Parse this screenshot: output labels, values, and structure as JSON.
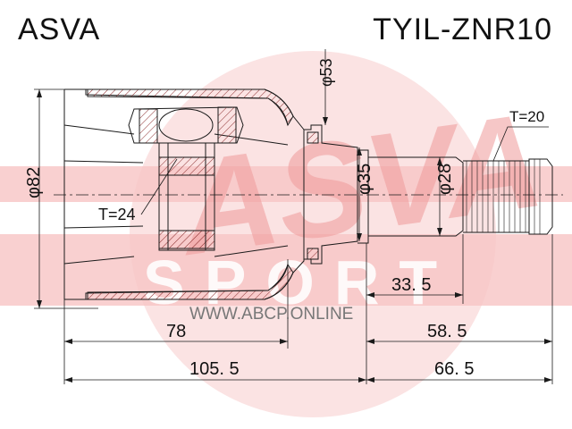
{
  "header": {
    "brand": "ASVA",
    "part_number": "TYIL-ZNR10"
  },
  "watermark": {
    "logo_text": "ASVA",
    "sub_text": "SPORT",
    "url": "WWW.ABCP.ONLINE",
    "color": "#e8202a"
  },
  "dimensions": {
    "outer_diameter": "φ82",
    "seal_diameter": "φ53",
    "shaft_diameter": "φ35",
    "spline_diameter": "φ28",
    "inner_teeth": "T=24",
    "outer_teeth": "T=20",
    "len_shaft_short": "33. 5",
    "len_housing": "78",
    "len_shaft_long": "58. 5",
    "len_total_left": "105. 5",
    "len_total_right": "66. 5"
  },
  "colors": {
    "line": "#1a1a1a",
    "hatch": "#8a2b2b"
  }
}
